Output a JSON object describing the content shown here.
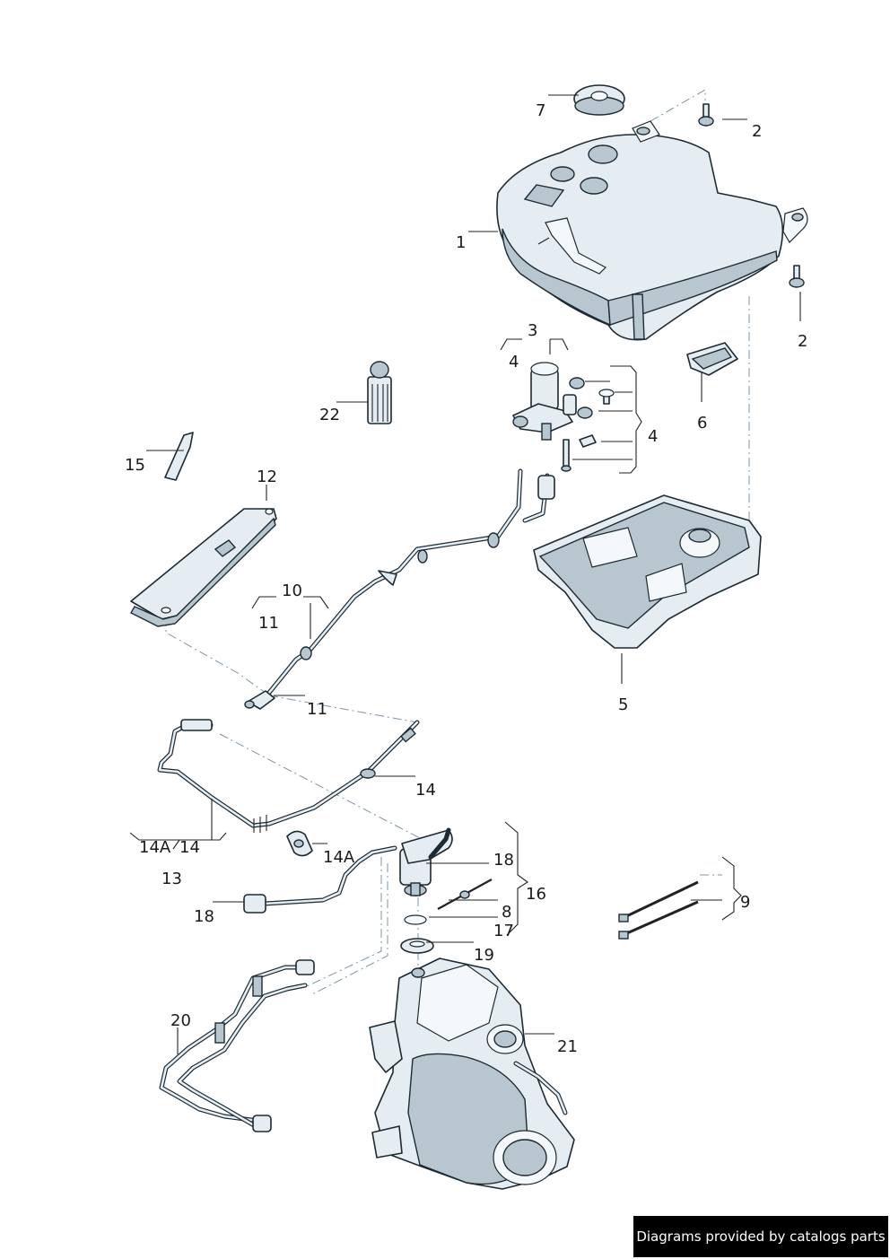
{
  "callouts": {
    "c1": "1",
    "c2a": "2",
    "c2b": "2",
    "c3": "3",
    "c4a": "4",
    "c4b": "4",
    "c5": "5",
    "c6": "6",
    "c7": "7",
    "c8": "8",
    "c9": "9",
    "c10": "10",
    "c11a": "11",
    "c11b": "11",
    "c12": "12",
    "c13": "13",
    "c14a": "14",
    "c14b": "14",
    "c14Aa": "14A",
    "c14Ab": "14A",
    "c15": "15",
    "c16": "16",
    "c17": "17",
    "c18a": "18",
    "c18b": "18",
    "c19": "19",
    "c20": "20",
    "c21": "21",
    "c22": "22"
  },
  "watermark": "Diagrams provided by catalogs parts"
}
